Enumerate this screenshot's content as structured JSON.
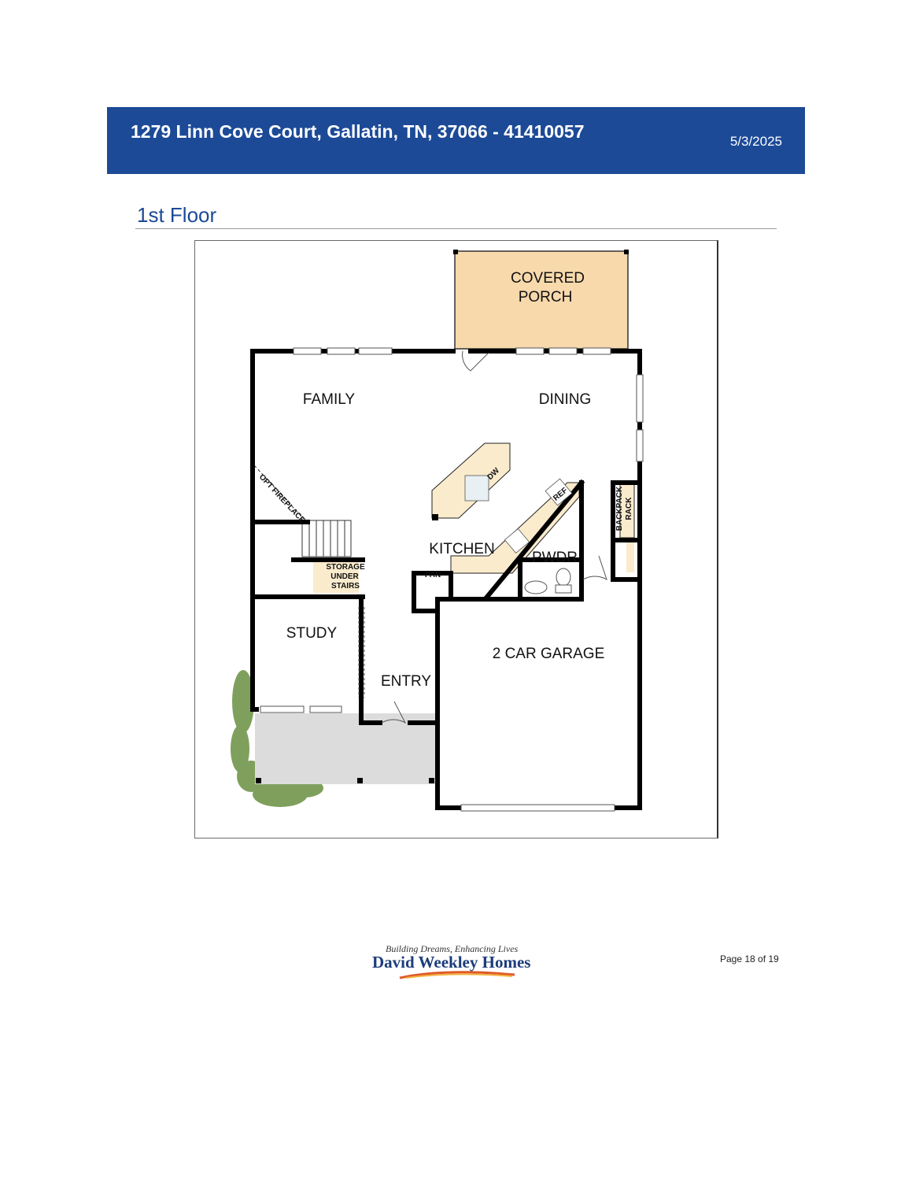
{
  "header": {
    "address": "1279 Linn Cove Court, Gallatin, TN, 37066 - 41410057",
    "date": "5/3/2025",
    "bg_color": "#1c4a97"
  },
  "section": {
    "title": "1st Floor"
  },
  "floorplan": {
    "rooms": {
      "covered_porch_line1": "COVERED",
      "covered_porch_line2": "PORCH",
      "family": "FAMILY",
      "dining": "DINING",
      "kitchen": "KITCHEN",
      "pwdr": "PWDR",
      "study": "STUDY",
      "entry": "ENTRY",
      "garage": "2 CAR GARAGE"
    },
    "labels": {
      "opt_fireplace": "OPT FIREPLACE",
      "storage_line1": "STORAGE",
      "storage_line2": "UNDER",
      "storage_line3": "STAIRS",
      "pan": "PAN",
      "ref": "REF",
      "dw": "DW",
      "backpack_line1": "BACKPACK",
      "backpack_line2": "RACK"
    },
    "colors": {
      "porch_fill": "#f7d9ac",
      "counter_fill": "#faebcd",
      "patio_fill": "#dcdcdc",
      "shrub_fill": "#7fa05c",
      "wall": "#000000"
    }
  },
  "footer": {
    "logo_tagline": "Building Dreams, Enhancing Lives",
    "logo_name": "David Weekley Homes",
    "page_label": "Page 18 of 19"
  }
}
